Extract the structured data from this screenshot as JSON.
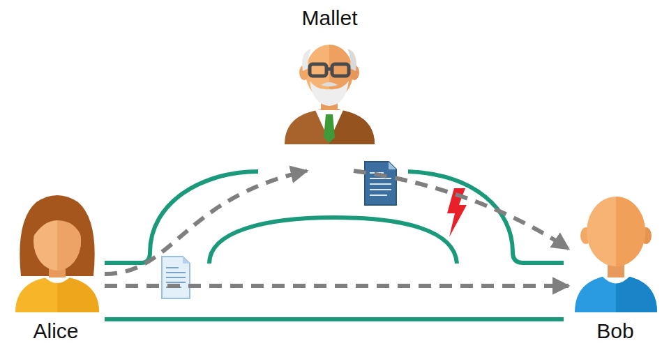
{
  "diagram": {
    "nodes": [
      {
        "text": [
          "Mallet"
        ]
      },
      {
        "text": [
          "Alice"
        ]
      },
      {
        "text": [
          "Bob"
        ]
      }
    ],
    "edges": [
      {
        "from": 1,
        "to": 0,
        "arrow": "to"
      },
      {
        "from": 1,
        "to": 2,
        "arrow": "to"
      },
      {
        "from": 0,
        "to": 2,
        "arrow": "to"
      }
    ]
  }
}
